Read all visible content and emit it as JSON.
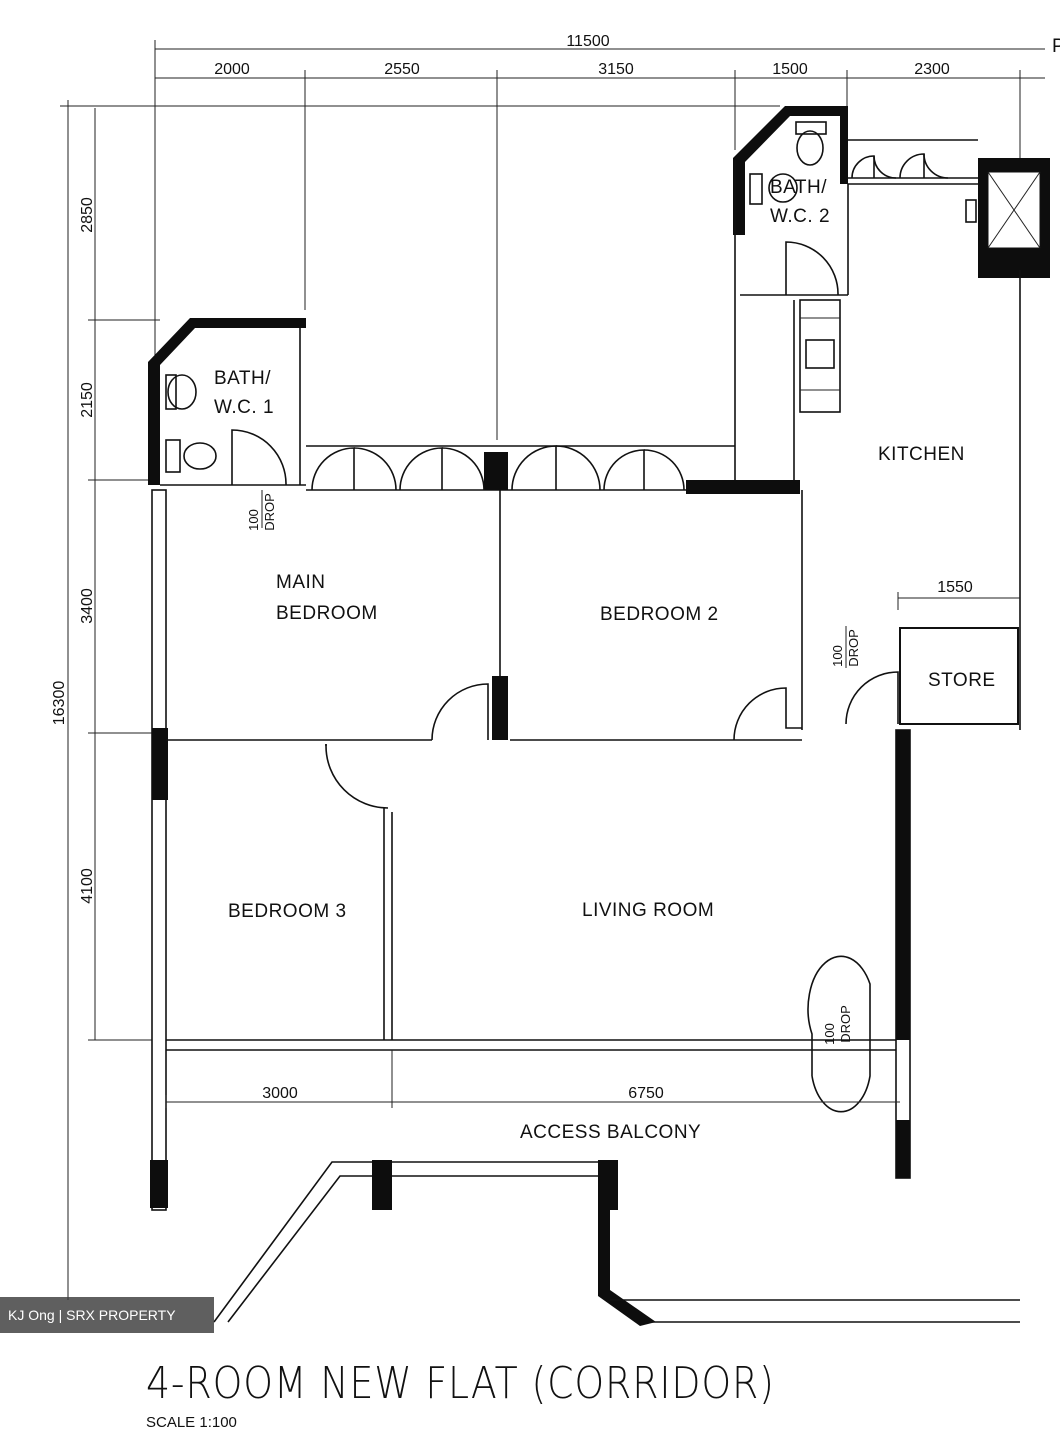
{
  "plan": {
    "title": "4-ROOM NEW FLAT (CORRIDOR)",
    "scale": "SCALE  1:100",
    "watermark": "KJ Ong | SRX PROPERTY",
    "corner_mark": "P",
    "dimensions": {
      "overall_width": "11500",
      "top_segments": [
        "2000",
        "2550",
        "3150",
        "1500",
        "2300"
      ],
      "overall_depth": "16300",
      "left_segments": [
        "2850",
        "2150",
        "3400",
        "4100"
      ],
      "bottom_segments": [
        "3000",
        "6750"
      ],
      "store_width": "1550"
    },
    "rooms": {
      "bath1": [
        "BATH/",
        "W.C. 1"
      ],
      "bath2": [
        "BATH/",
        "W.C. 2"
      ],
      "kitchen": "KITCHEN",
      "main_bedroom": [
        "MAIN",
        "BEDROOM"
      ],
      "bedroom2": "BEDROOM 2",
      "bedroom3": "BEDROOM 3",
      "living_room": "LIVING ROOM",
      "store": "STORE",
      "access_balcony": "ACCESS   BALCONY"
    },
    "drop_labels": [
      "100",
      "DROP"
    ]
  }
}
